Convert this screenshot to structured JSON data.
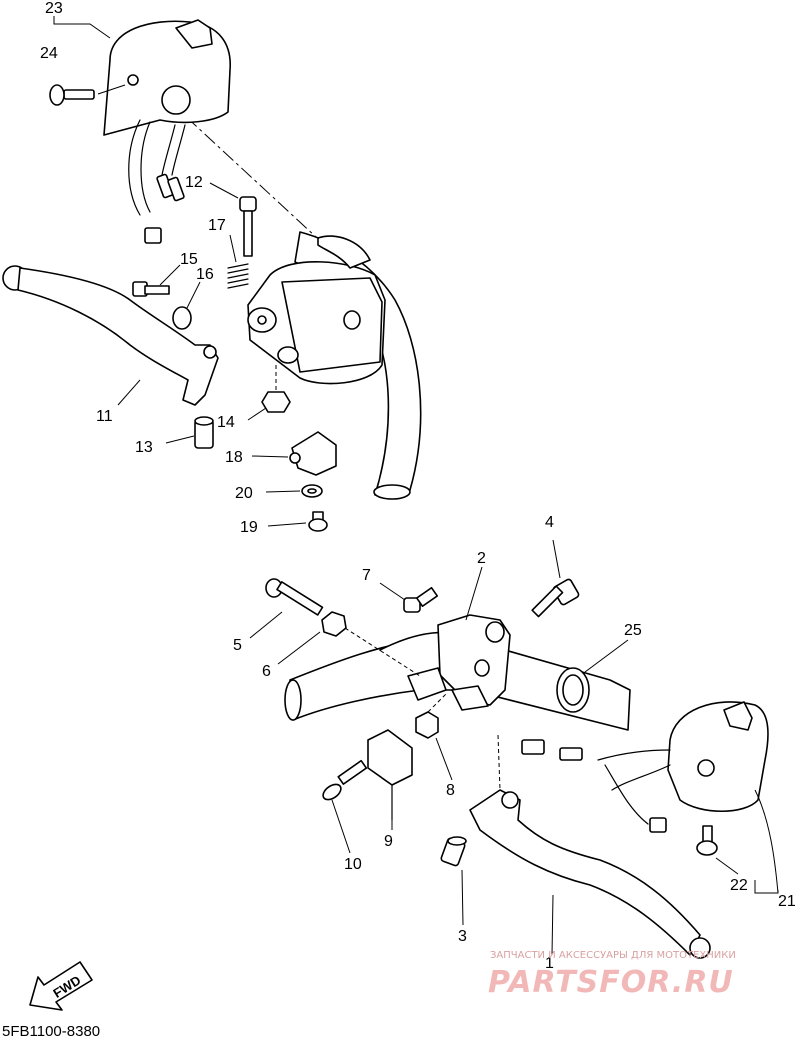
{
  "callouts": {
    "c1": "1",
    "c2": "2",
    "c3": "3",
    "c4": "4",
    "c5": "5",
    "c6": "6",
    "c7": "7",
    "c8": "8",
    "c9": "9",
    "c10": "10",
    "c11": "11",
    "c12": "12",
    "c13": "13",
    "c14": "14",
    "c15": "15",
    "c16": "16",
    "c17": "17",
    "c18": "18",
    "c19": "19",
    "c20": "20",
    "c21": "21",
    "c22": "22",
    "c23": "23",
    "c24": "24",
    "c25": "25"
  },
  "fwd_label": "FWD",
  "diagram_code": "5FB1100-8380",
  "watermark": {
    "tagline": "ЗАПЧАСТИ И АКСЕССУАРЫ ДЛЯ МОТОТЕХНИКИ",
    "logo": "PARTSFOR.RU"
  }
}
